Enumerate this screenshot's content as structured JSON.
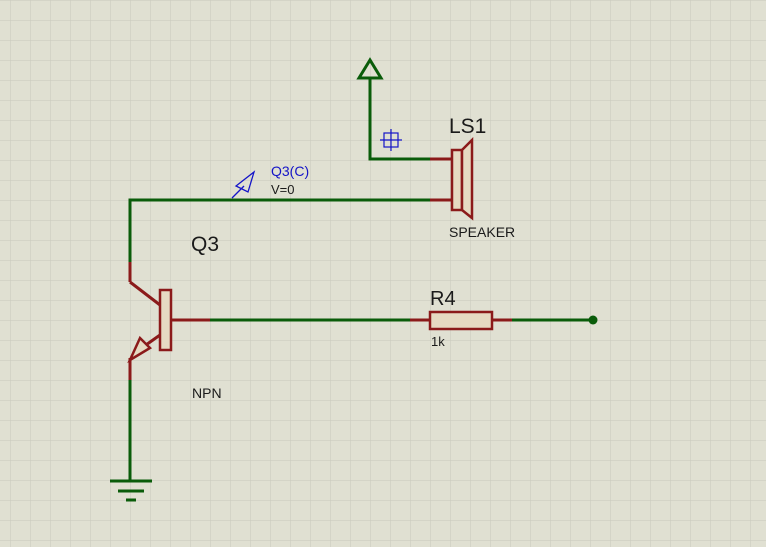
{
  "components": {
    "speaker": {
      "ref": "LS1",
      "value": "SPEAKER"
    },
    "transistor": {
      "ref": "Q3",
      "value": "NPN"
    },
    "resistor": {
      "ref": "R4",
      "value": "1k"
    }
  },
  "probe": {
    "label": "Q3(C)",
    "reading": "V=0"
  },
  "colors": {
    "background": "#e0e0d2",
    "grid": "#c9c9bc",
    "wire": "#0a5c0a",
    "component": "#8b1a1a",
    "probe": "#1414c8",
    "text": "#1a1a1a"
  }
}
